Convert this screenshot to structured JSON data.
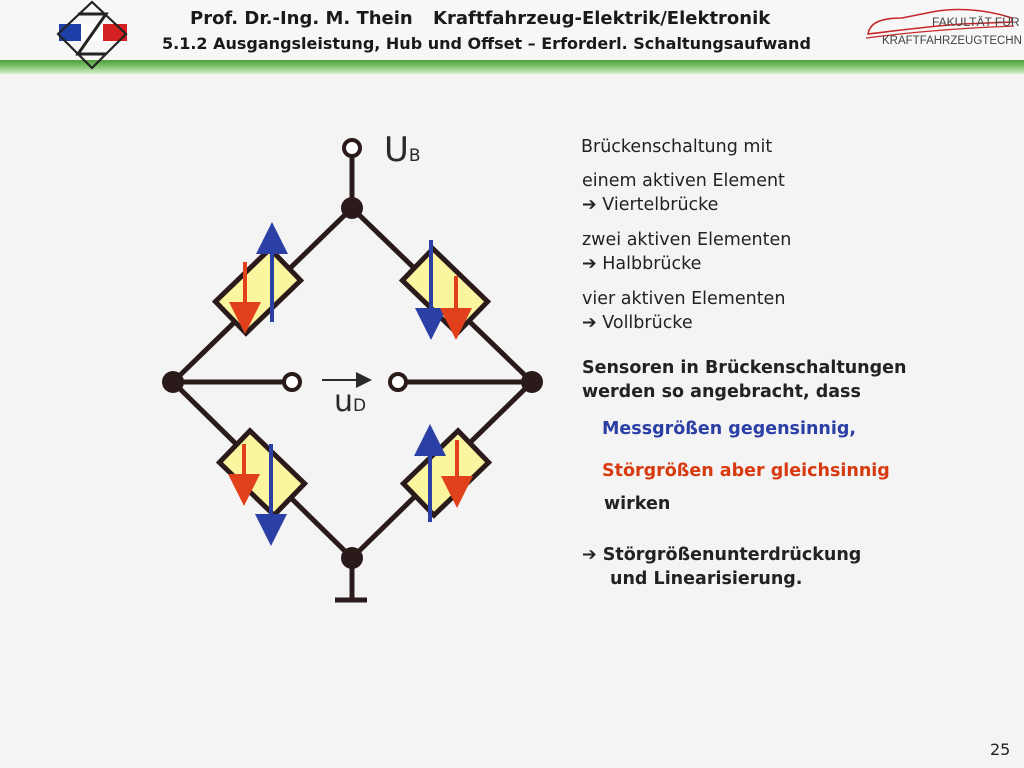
{
  "header": {
    "author": "Prof. Dr.-Ing. M. Thein",
    "course": "Kraftfahrzeug-Elektrik/Elektronik",
    "subtitle": "5.1.2 Ausgangsleistung, Hub und Offset – Erforderl. Schaltungsaufwand",
    "faculty_line1": "FAKULTÄT FÜR",
    "faculty_line2": "KRAFTFAHRZEUGTECHNIK"
  },
  "circuit": {
    "supply_label": "U",
    "supply_sub": "B",
    "diag_label": "u",
    "diag_sub": "D"
  },
  "content": {
    "intro": "Brückenschaltung mit",
    "items": [
      {
        "line1": "einem aktiven Element",
        "line2": "Viertelbrücke"
      },
      {
        "line1": "zwei aktiven Elementen",
        "line2": "Halbbrücke"
      },
      {
        "line1": "vier aktiven Elementen",
        "line2": "Vollbrücke"
      }
    ],
    "sensors_line1": "Sensoren in Brückenschaltungen",
    "sensors_line2": "werden so angebracht, dass",
    "measured": "Messgrößen gegensinnig,",
    "disturb": "Störgrößen aber gleichsinnig",
    "act": "wirken",
    "result_line1": "Störgrößenunterdrückung",
    "result_line2": "und Linearisierung.",
    "arrow_glyph": "➔"
  },
  "colors": {
    "accent_green": "#5aa846",
    "resistor_fill": "#fbf5a0",
    "arrow_blue": "#2b3fa5",
    "arrow_red": "#e0401a"
  },
  "page_number": "25"
}
